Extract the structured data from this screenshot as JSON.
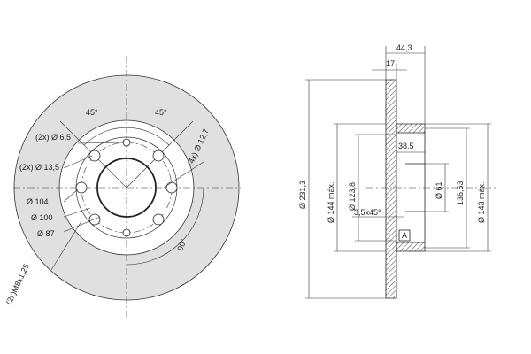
{
  "front_view": {
    "angle_left": "45°",
    "angle_right": "45°",
    "hole_small": "(2x) Ø 6,5",
    "hole_bolt": "(4x) Ø 12,7",
    "hole_mid": "(2x) Ø 13,5",
    "d104": "Ø 104",
    "d100": "Ø 100",
    "d87": "Ø 87",
    "thread": "(2x)M8x1,25",
    "angle_90": "90°"
  },
  "section_view": {
    "w44": "44,3",
    "w17": "17",
    "d231": "Ø 231,3",
    "d144": "Ø 144 máx.",
    "d123": "Ø 123,8",
    "dim38": "38.5",
    "d61": "Ø 61",
    "dim136": "136,53",
    "d143": "Ø 143 máx.",
    "chamfer": "3,5x45°",
    "datum": "A"
  }
}
